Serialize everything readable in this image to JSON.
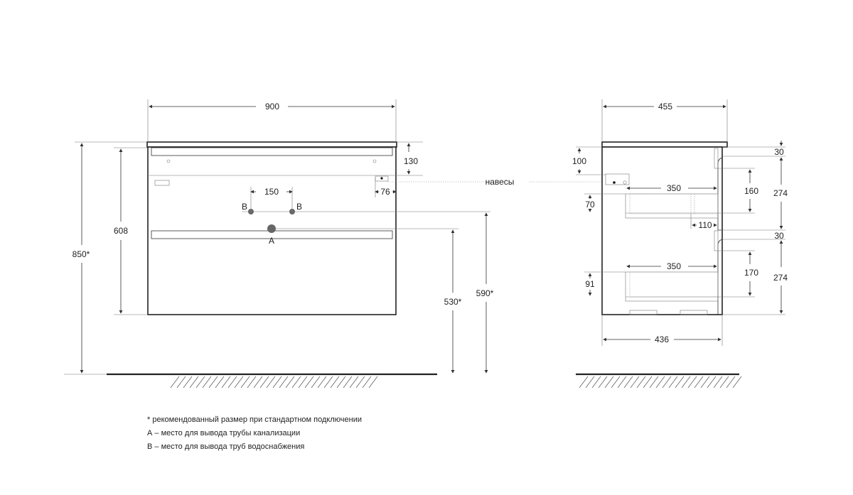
{
  "front_view": {
    "width": "900",
    "total_height": "850*",
    "body_height": "608",
    "hanger_offset_top": "130",
    "hanger_offset_side": "76",
    "supply_spacing": "150",
    "label_b_left": "B",
    "label_b_right": "B",
    "label_a": "A",
    "drain_height": "530*",
    "supply_height": "590*",
    "hangers_label": "навесы"
  },
  "side_view": {
    "depth_top": "455",
    "depth_body": "436",
    "hanger_height": "100",
    "drawer1_gap": "30",
    "drawer1_front": "274",
    "drawer2_gap": "30",
    "drawer2_front": "274",
    "drawer1_inner_height": "160",
    "drawer2_inner_height": "170",
    "drawer1_depth": "350",
    "drawer2_depth": "350",
    "cutout": "110",
    "drawer1_side": "70",
    "drawer2_side": "91"
  },
  "notes": [
    "* рекомендованный размер при стандартном подключении",
    "А – место для вывода трубы канализации",
    "В – место для вывода труб водоснабжения"
  ]
}
